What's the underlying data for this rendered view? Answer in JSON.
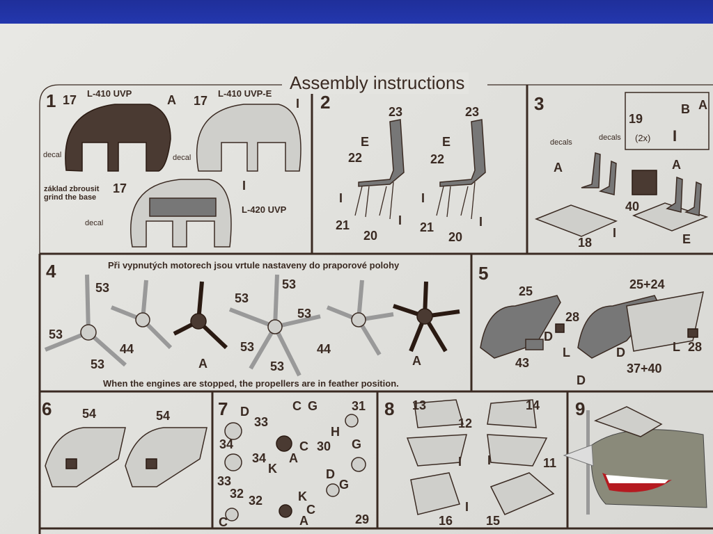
{
  "title": "Assembly instructions",
  "step1": {
    "num": "1",
    "models": [
      "L-410 UVP",
      "L-410 UVP-E",
      "L-420 UVP"
    ],
    "part": "17",
    "labels": [
      "A",
      "I",
      "I"
    ],
    "decal": "decal",
    "grind_cz": "základ zbrousit",
    "grind_en": "grind the base"
  },
  "step2": {
    "num": "2",
    "labels": [
      "23",
      "E",
      "22",
      "I",
      "21",
      "20",
      "I"
    ]
  },
  "step3": {
    "num": "3",
    "labels": [
      "19",
      "B",
      "A",
      "(2x)",
      "I",
      "decals",
      "decals",
      "A",
      "A",
      "40",
      "18",
      "I",
      "E"
    ]
  },
  "step4": {
    "num": "4",
    "note_cz": "Při vypnutých motorech jsou vrtule nastaveny do praporové polohy",
    "note_en": "When the engines are stopped, the propellers are in feather position.",
    "labels": [
      "53",
      "44",
      "A"
    ]
  },
  "step5": {
    "num": "5",
    "labels": [
      "25",
      "25+24",
      "28",
      "28",
      "D",
      "D",
      "D",
      "L",
      "L",
      "43",
      "37+40"
    ]
  },
  "step6": {
    "num": "6",
    "labels": [
      "54"
    ]
  },
  "step7": {
    "num": "7",
    "labels": [
      "D",
      "33",
      "34",
      "34",
      "33",
      "C",
      "A",
      "K",
      "C",
      "G",
      "31",
      "H",
      "30",
      "G",
      "32",
      "32",
      "C",
      "K",
      "C",
      "A",
      "D",
      "G",
      "29"
    ]
  },
  "step8": {
    "num": "8",
    "labels": [
      "13",
      "12",
      "14",
      "I",
      "I",
      "11",
      "16",
      "15",
      "I"
    ]
  },
  "step9": {
    "num": "9"
  }
}
